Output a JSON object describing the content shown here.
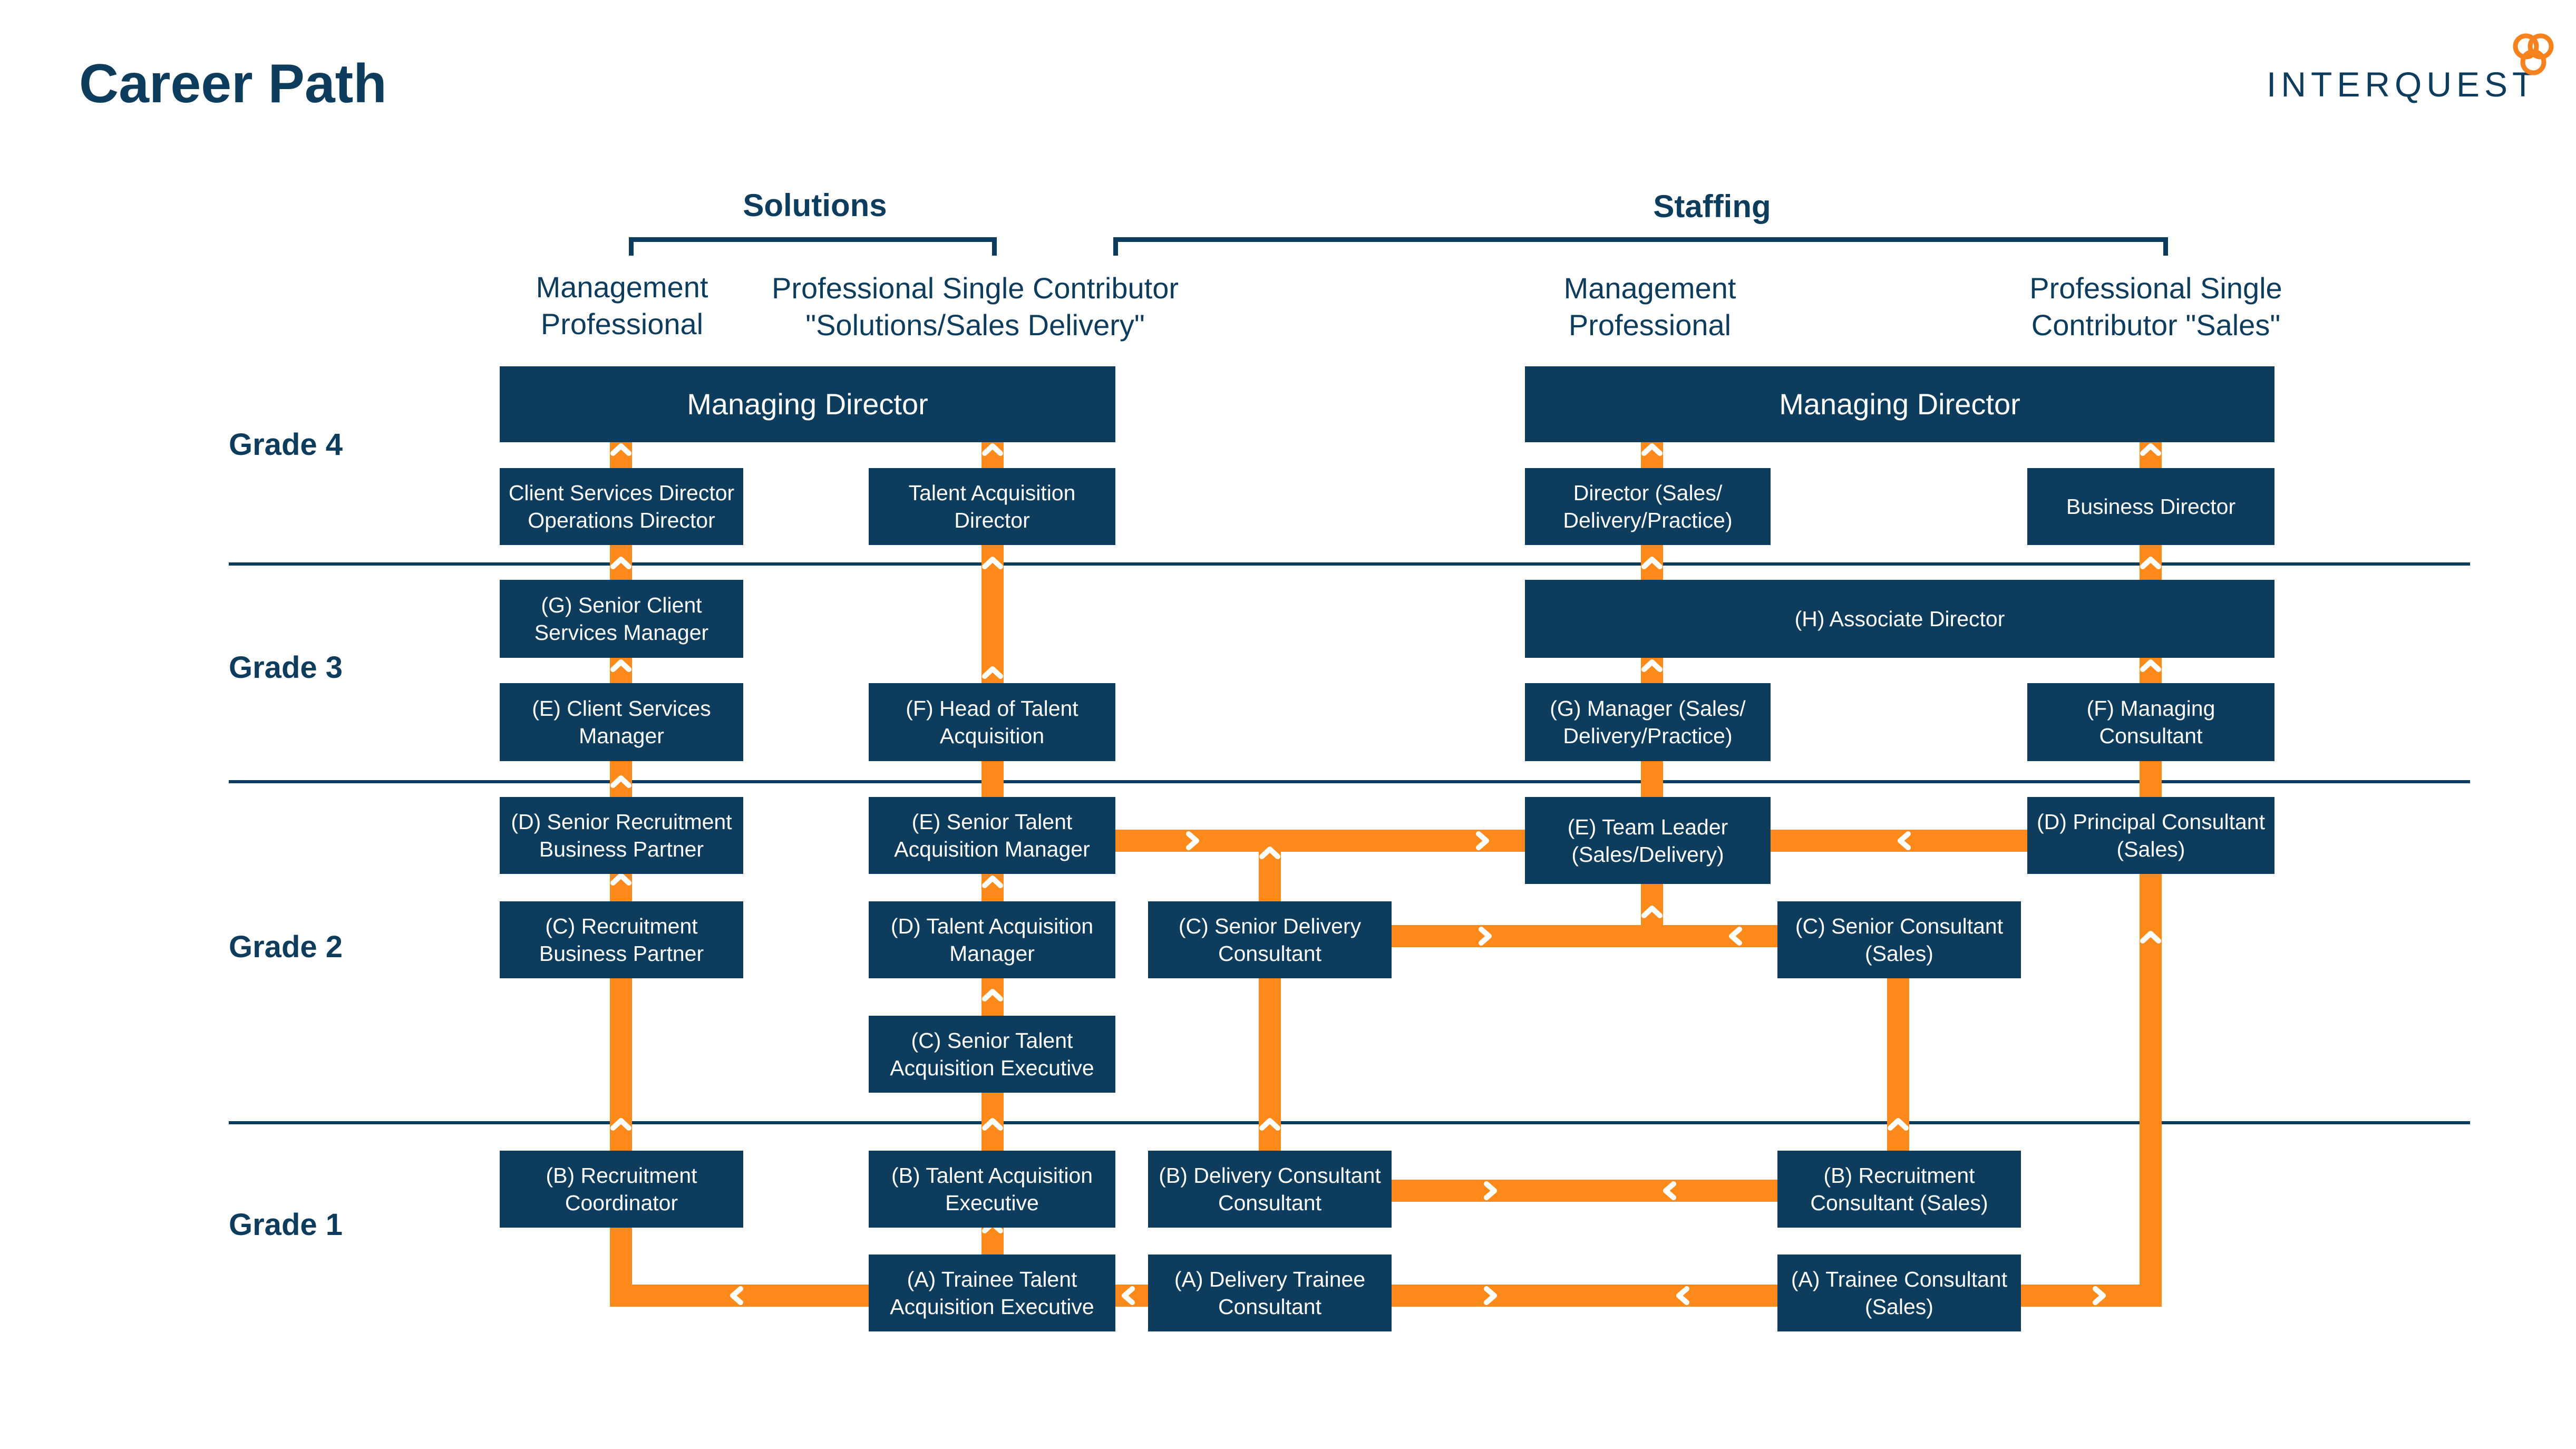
{
  "header": {
    "title": "Career Path"
  },
  "logo": {
    "text": "INTERQUEST",
    "accent_color": "#f5821f"
  },
  "colors": {
    "navy": "#0d3c5c",
    "orange": "#ff8a1c",
    "white": "#ffffff"
  },
  "groups": {
    "solutions": "Solutions",
    "staffing": "Staffing"
  },
  "columns": {
    "sol_mgmt": [
      "Management",
      "Professional"
    ],
    "sol_prof": [
      "Professional Single Contributor",
      "\"Solutions/Sales Delivery\""
    ],
    "staff_mgmt": [
      "Management",
      "Professional"
    ],
    "staff_prof": [
      "Professional Single",
      "Contributor \"Sales\""
    ]
  },
  "grades": {
    "g4": "Grade 4",
    "g3": "Grade 3",
    "g2": "Grade 2",
    "g1": "Grade 1"
  },
  "roles": {
    "md_solutions": [
      "Managing Director"
    ],
    "md_staffing": [
      "Managing Director"
    ],
    "client_services_director": [
      "Client Services Director",
      "Operations Director"
    ],
    "talent_acq_director": [
      "Talent Acquisition",
      "Director"
    ],
    "director_sales": [
      "Director (Sales/",
      "Delivery/Practice)"
    ],
    "business_director": [
      "Business Director"
    ],
    "senior_client_services_mgr": [
      "(G) Senior Client",
      "Services Manager"
    ],
    "associate_director": [
      "(H) Associate Director"
    ],
    "client_services_mgr": [
      "(E) Client Services",
      "Manager"
    ],
    "head_talent_acq": [
      "(F) Head of Talent",
      "Acquisition"
    ],
    "manager_sales": [
      "(G) Manager (Sales/",
      "Delivery/Practice)"
    ],
    "managing_consultant": [
      "(F) Managing",
      "Consultant"
    ],
    "senior_rec_bp": [
      "(D) Senior Recruitment",
      "Business Partner"
    ],
    "senior_ta_manager": [
      "(E) Senior Talent",
      "Acquisition Manager"
    ],
    "team_leader": [
      "(E) Team Leader",
      "(Sales/Delivery)"
    ],
    "principal_consultant": [
      "(D) Principal Consultant",
      "(Sales)"
    ],
    "rec_bp": [
      "(C) Recruitment",
      "Business Partner"
    ],
    "ta_manager": [
      "(D) Talent Acquisition",
      "Manager"
    ],
    "senior_delivery_consultant": [
      "(C) Senior Delivery",
      "Consultant"
    ],
    "senior_consultant_sales": [
      "(C) Senior Consultant",
      "(Sales)"
    ],
    "senior_ta_exec": [
      "(C) Senior Talent",
      "Acquisition Executive"
    ],
    "rec_coordinator": [
      "(B) Recruitment",
      "Coordinator"
    ],
    "ta_exec": [
      "(B) Talent Acquisition",
      "Executive"
    ],
    "delivery_consultant": [
      "(B) Delivery Consultant",
      "Consultant"
    ],
    "rec_consultant_sales": [
      "(B) Recruitment",
      "Consultant (Sales)"
    ],
    "trainee_ta_exec": [
      "(A) Trainee Talent",
      "Acquisition Executive"
    ],
    "delivery_trainee": [
      "(A) Delivery Trainee",
      "Consultant"
    ],
    "trainee_consultant_sales": [
      "(A) Trainee Consultant",
      "(Sales)"
    ]
  }
}
